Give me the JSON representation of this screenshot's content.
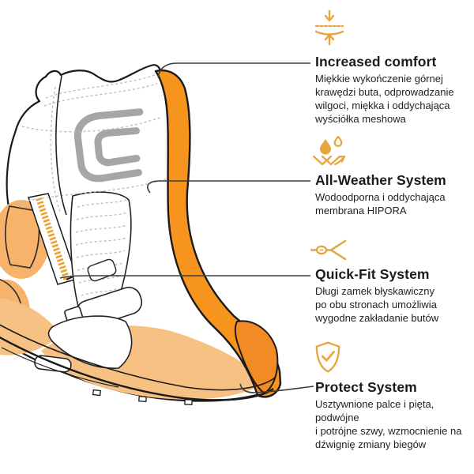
{
  "page": {
    "background": "#ffffff"
  },
  "illustration": {
    "subject": "motorcycle boot side view, white upper with orange rear band, orange zipper and orange toe area, gray logo on shaft"
  },
  "colors": {
    "band_orange": "#F7941E",
    "patch_orange": "#F6B369",
    "wash_orange": "#F7C183",
    "toe_slider_orange": "#F28B24",
    "icon_amber": "#E8A43D",
    "logo_gray": "#A6A6A6",
    "outline_black": "#1A1A1A",
    "callout_line_gray": "#3C3C3C",
    "title_text": "#1B1B1B",
    "body_text": "#222222"
  },
  "features": [
    {
      "icon": "compression-icon",
      "title": "Increased comfort",
      "description": "Miękkie wykończenie górnej\nkrawędzi buta, odprowadzanie\nwilgoci, miękka i oddychająca\nwyściółka meshowa"
    },
    {
      "icon": "water-repellent-icon",
      "title": "All-Weather System",
      "description": "Wodoodporna i oddychająca\nmembrana HIPORA"
    },
    {
      "icon": "zipper-icon",
      "title": "Quick-Fit System",
      "description": "Długi zamek błyskawiczny\npo obu stronach umożliwia\nwygodne zakładanie butów"
    },
    {
      "icon": "shield-check-icon",
      "title": "Protect System",
      "description": "Usztywnione palce i pięta, podwójne\ni potrójne szwy, wzmocnienie na\ndźwignię zmiany biegów"
    }
  ]
}
